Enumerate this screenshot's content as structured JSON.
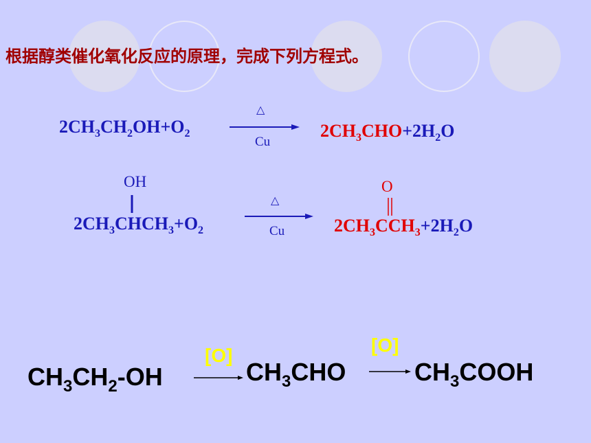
{
  "title": "根据醇类催化氧化反应的原理，完成下列方程式。",
  "eq1": {
    "reactant": [
      "2CH",
      "3",
      "CH",
      "2",
      "OH+O",
      "2"
    ],
    "condition_top": "△",
    "condition_bottom": "Cu",
    "product": [
      "2CH",
      "3",
      "CHO"
    ],
    "water": [
      "+2H",
      "2",
      "O"
    ]
  },
  "eq2": {
    "branch": "OH",
    "reactant": [
      "2CH",
      "3",
      "CHCH",
      "3",
      "+O",
      "2"
    ],
    "condition_top": "△",
    "condition_bottom": "Cu",
    "carbonyl": "O",
    "product": [
      "2CH",
      "3",
      "CCH",
      "3"
    ],
    "water": [
      "+2H",
      "2",
      "O"
    ]
  },
  "chain": {
    "start": [
      "CH",
      "3",
      "CH",
      "2",
      "-OH"
    ],
    "oxidant1": "[O]",
    "middle": [
      "CH",
      "3",
      "CHO"
    ],
    "oxidant2": "[O]",
    "end": [
      "CH",
      "3",
      "COOH"
    ]
  },
  "colors": {
    "title": "#a00000",
    "reactant": "#1a1ab8",
    "product": "#e00000",
    "oxidant": "#ffff00",
    "background": "#cccfff"
  }
}
